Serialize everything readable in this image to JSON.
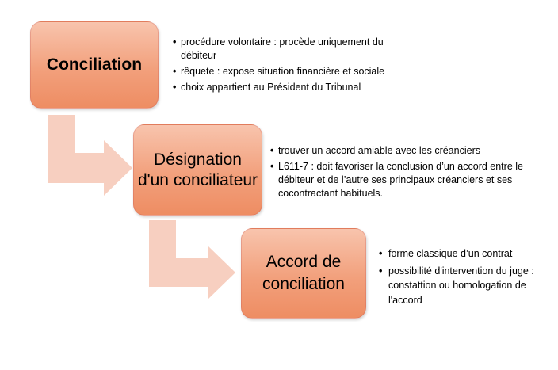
{
  "colors": {
    "box_fill_top": "#f8c4ad",
    "box_fill_bottom": "#ee8d63",
    "arrow": "#f7cfc0"
  },
  "steps": [
    {
      "title": "Conciliation",
      "bullets": [
        "procédure volontaire : procède uniquement du débiteur",
        "rêquete : expose situation financière et sociale",
        "choix appartient au Président du Tribunal"
      ]
    },
    {
      "title": "Désignation d'un conciliateur",
      "bullets": [
        "trouver un accord amiable avec les créanciers",
        "L611-7 : doit favoriser la conclusion d’un accord entre le débiteur et de l’autre ses principaux créanciers et ses cocontractant habituels."
      ]
    },
    {
      "title": "Accord de conciliation",
      "bullets": [
        "forme classique d’un contrat",
        "possibilité d'intervention du juge : constattion ou homologation de l'accord"
      ]
    }
  ]
}
